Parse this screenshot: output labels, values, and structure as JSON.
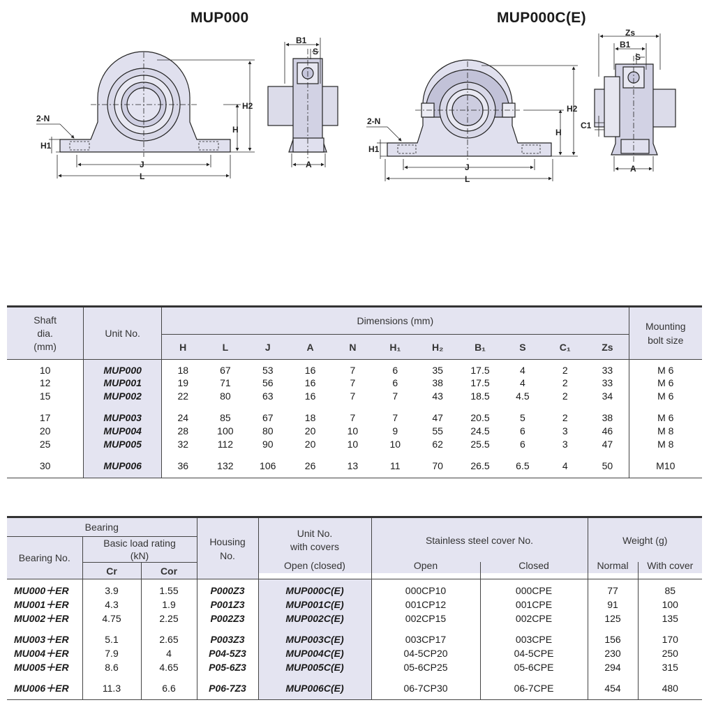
{
  "titles": {
    "left": "MUP000",
    "right": "MUP000C(E)"
  },
  "drawing_labels": {
    "two_n": "2-N",
    "h2": "H2",
    "h": "H",
    "h1": "H1",
    "j": "J",
    "l": "L",
    "b1": "B1",
    "s": "S",
    "a": "A",
    "zs": "Zs",
    "c1": "C1"
  },
  "table1": {
    "shaft_header": [
      "Shaft",
      "dia.",
      "(mm)"
    ],
    "unit_header": "Unit  No.",
    "dimensions_header": "Dimensions (mm)",
    "dim_cols": [
      "H",
      "L",
      "J",
      "A",
      "N",
      "H₁",
      "H₂",
      "B₁",
      "S",
      "C₁",
      "Zs"
    ],
    "mount_header": [
      "Mounting",
      "bolt  size"
    ],
    "rows": [
      {
        "shaft": "10",
        "unit": "MUP000",
        "vals": [
          "18",
          "67",
          "53",
          "16",
          "7",
          "6",
          "35",
          "17.5",
          "4",
          "2",
          "33"
        ],
        "bolt": "M 6"
      },
      {
        "shaft": "12",
        "unit": "MUP001",
        "vals": [
          "19",
          "71",
          "56",
          "16",
          "7",
          "6",
          "38",
          "17.5",
          "4",
          "2",
          "33"
        ],
        "bolt": "M 6"
      },
      {
        "shaft": "15",
        "unit": "MUP002",
        "vals": [
          "22",
          "80",
          "63",
          "16",
          "7",
          "7",
          "43",
          "18.5",
          "4.5",
          "2",
          "34"
        ],
        "bolt": "M 6"
      },
      {
        "shaft": "17",
        "unit": "MUP003",
        "vals": [
          "24",
          "85",
          "67",
          "18",
          "7",
          "7",
          "47",
          "20.5",
          "5",
          "2",
          "38"
        ],
        "bolt": "M 6"
      },
      {
        "shaft": "20",
        "unit": "MUP004",
        "vals": [
          "28",
          "100",
          "80",
          "20",
          "10",
          "9",
          "55",
          "24.5",
          "6",
          "3",
          "46"
        ],
        "bolt": "M 8"
      },
      {
        "shaft": "25",
        "unit": "MUP005",
        "vals": [
          "32",
          "112",
          "90",
          "20",
          "10",
          "10",
          "62",
          "25.5",
          "6",
          "3",
          "47"
        ],
        "bolt": "M 8"
      },
      {
        "shaft": "30",
        "unit": "MUP006",
        "vals": [
          "36",
          "132",
          "106",
          "26",
          "13",
          "11",
          "70",
          "26.5",
          "6.5",
          "4",
          "50"
        ],
        "bolt": "M10"
      }
    ]
  },
  "table2": {
    "bearing_header": "Bearing",
    "bearing_no_header": "Bearing  No.",
    "load_header": [
      "Basic  load  rating",
      "(kN)"
    ],
    "cr": "Cr",
    "cor": "Cor",
    "housing_header": [
      "Housing",
      "No."
    ],
    "unit_cover_header": [
      "Unit  No.",
      "with  covers"
    ],
    "open_closed": "Open (closed)",
    "cover_header": "Stainless  steel  cover  No.",
    "open": "Open",
    "closed": "Closed",
    "weight_header": "Weight (g)",
    "normal": "Normal",
    "with_cover": "With  cover",
    "rows": [
      {
        "bearing": "MU000＋ER",
        "cr": "3.9",
        "cor": "1.55",
        "housing": "P000Z3",
        "unit": "MUP000C(E)",
        "open": "000CP10",
        "closed": "000CPE",
        "normal": "77",
        "with": "85"
      },
      {
        "bearing": "MU001＋ER",
        "cr": "4.3",
        "cor": "1.9",
        "housing": "P001Z3",
        "unit": "MUP001C(E)",
        "open": "001CP12",
        "closed": "001CPE",
        "normal": "91",
        "with": "100"
      },
      {
        "bearing": "MU002＋ER",
        "cr": "4.75",
        "cor": "2.25",
        "housing": "P002Z3",
        "unit": "MUP002C(E)",
        "open": "002CP15",
        "closed": "002CPE",
        "normal": "125",
        "with": "135"
      },
      {
        "bearing": "MU003＋ER",
        "cr": "5.1",
        "cor": "2.65",
        "housing": "P003Z3",
        "unit": "MUP003C(E)",
        "open": "003CP17",
        "closed": "003CPE",
        "normal": "156",
        "with": "170"
      },
      {
        "bearing": "MU004＋ER",
        "cr": "7.9",
        "cor": "4",
        "housing": "P04-5Z3",
        "unit": "MUP004C(E)",
        "open": "04-5CP20",
        "closed": "04-5CPE",
        "normal": "230",
        "with": "250"
      },
      {
        "bearing": "MU005＋ER",
        "cr": "8.6",
        "cor": "4.65",
        "housing": "P05-6Z3",
        "unit": "MUP005C(E)",
        "open": "05-6CP25",
        "closed": "05-6CPE",
        "normal": "294",
        "with": "315"
      },
      {
        "bearing": "MU006＋ER",
        "cr": "11.3",
        "cor": "6.6",
        "housing": "P06-7Z3",
        "unit": "MUP006C(E)",
        "open": "06-7CP30",
        "closed": "06-7CPE",
        "normal": "454",
        "with": "480"
      }
    ]
  }
}
